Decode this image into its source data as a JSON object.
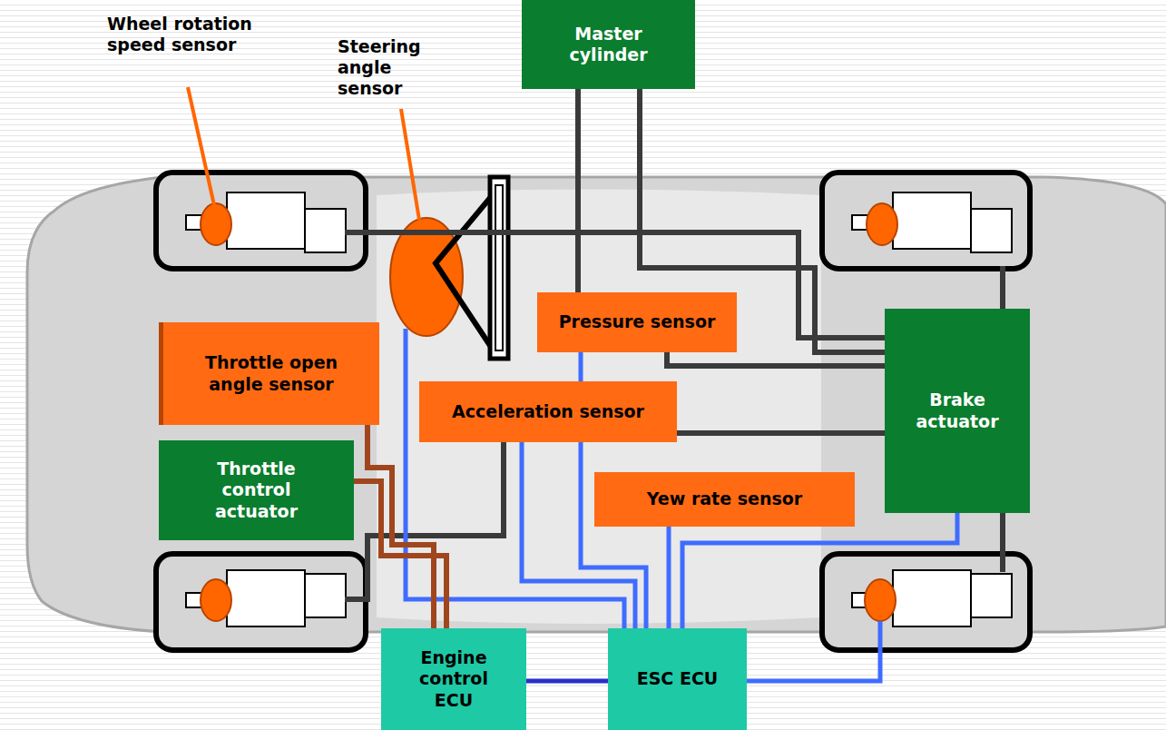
{
  "diagram": {
    "nodes": [
      {
        "text": [
          "Master cylinder"
        ]
      },
      {
        "text": [
          "Pressure sensor"
        ]
      },
      {
        "text": [
          "Throttle open angle sensor"
        ]
      },
      {
        "text": [
          "Acceleration sensor"
        ]
      },
      {
        "text": [
          "Brake actuator"
        ]
      },
      {
        "text": [
          "Throttle control actuator"
        ]
      },
      {
        "text": [
          "Yew rate sensor"
        ]
      },
      {
        "text": [
          "Engine control ECU"
        ]
      },
      {
        "text": [
          "ESC ECU"
        ]
      }
    ],
    "edges": [
      {
        "from": 0,
        "to": 1,
        "arrow": "none"
      },
      {
        "from": 0,
        "to": 4,
        "arrow": "none"
      },
      {
        "from": 1,
        "to": 4,
        "arrow": "none"
      },
      {
        "from": 1,
        "to": 8,
        "arrow": "none"
      },
      {
        "from": 3,
        "to": 8,
        "arrow": "none"
      },
      {
        "from": 6,
        "to": 8,
        "arrow": "none"
      },
      {
        "from": 4,
        "to": 8,
        "arrow": "none"
      },
      {
        "from": 2,
        "to": 7,
        "arrow": "none"
      },
      {
        "from": 5,
        "to": 7,
        "arrow": "none"
      },
      {
        "from": 7,
        "to": 8,
        "arrow": "none"
      }
    ],
    "labels": [
      "Wheel rotation speed sensor",
      "Steering angle sensor"
    ]
  }
}
